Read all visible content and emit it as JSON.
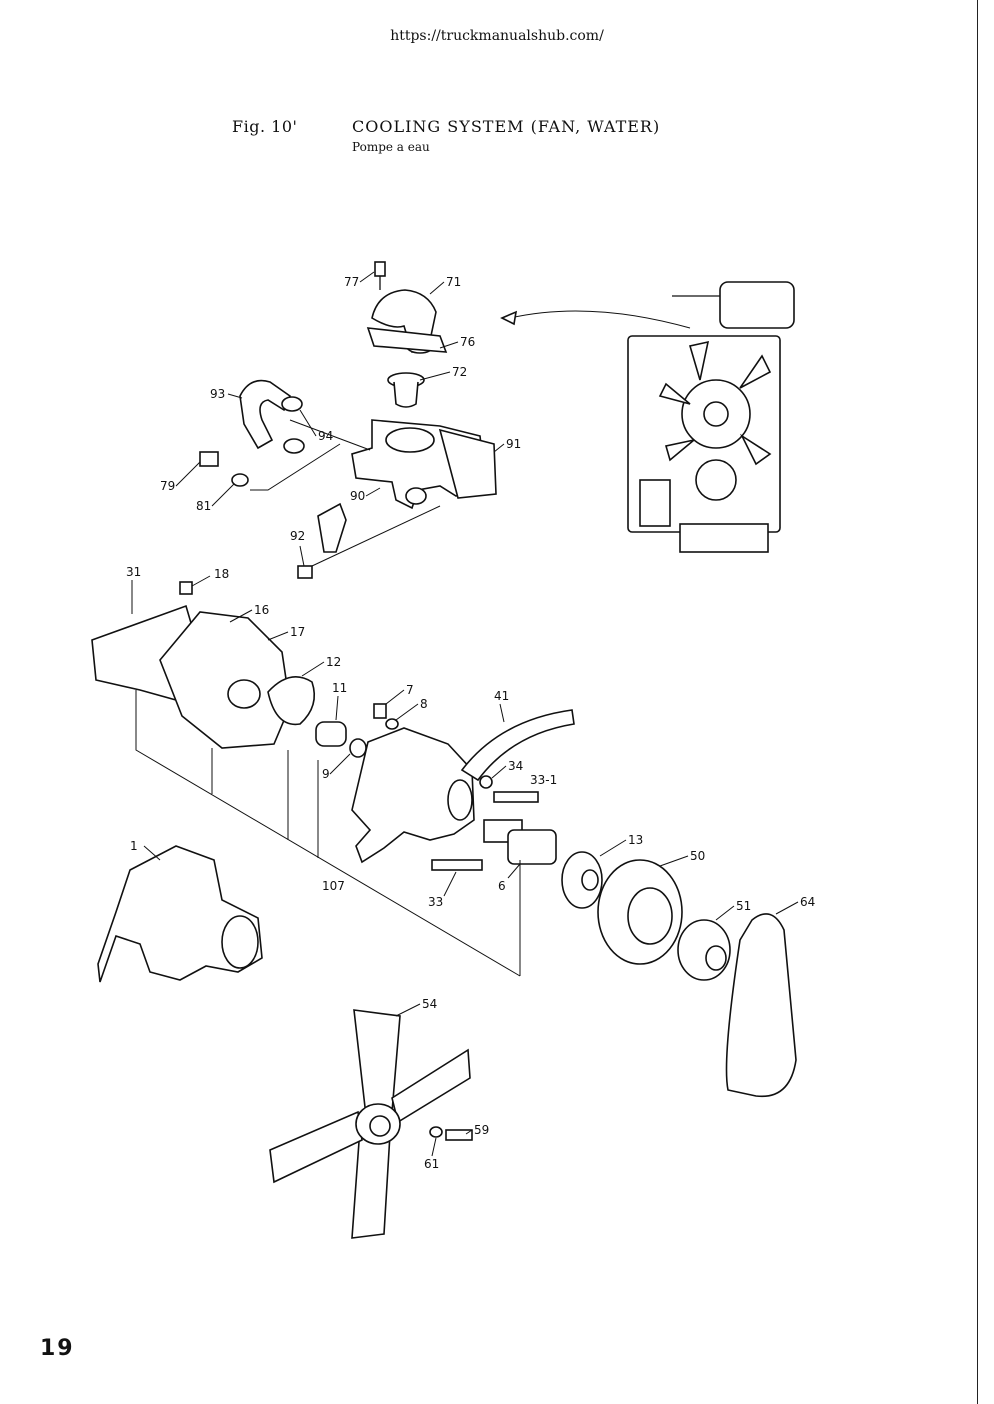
{
  "header": {
    "url": "https://truckmanualshub.com/"
  },
  "figure": {
    "label": "Fig. 10'",
    "title": "COOLING SYSTEM (FAN, WATER)",
    "subtitle": "Pompe a eau"
  },
  "callouts": {
    "c77": "77",
    "c71": "71",
    "c76": "76",
    "c72": "72",
    "c93": "93",
    "c94": "94",
    "c91": "91",
    "c79": "79",
    "c81": "81",
    "c90": "90",
    "c92": "92",
    "c31": "31",
    "c18": "18",
    "c16": "16",
    "c17": "17",
    "c12": "12",
    "c11": "11",
    "c7": "7",
    "c8": "8",
    "c41": "41",
    "c9": "9",
    "c34": "34",
    "c33_1": "33-1",
    "c1": "1",
    "c13": "13",
    "c50": "50",
    "c107": "107",
    "c33": "33",
    "c6": "6",
    "c51": "51",
    "c64": "64",
    "c54": "54",
    "c59": "59",
    "c61": "61"
  },
  "footer": {
    "page_number": "19"
  }
}
